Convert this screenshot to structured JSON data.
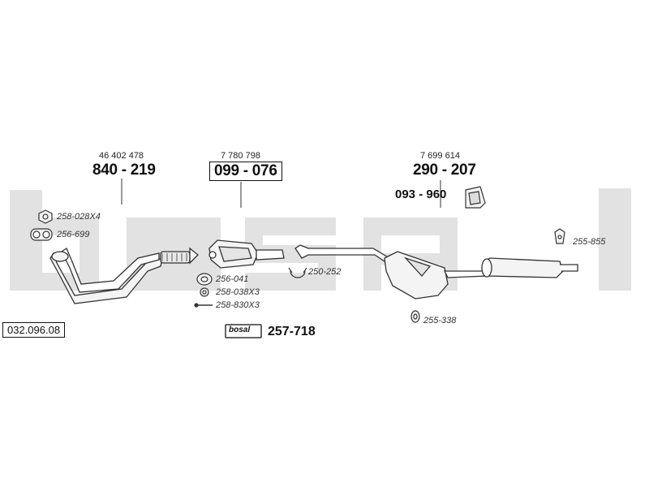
{
  "reference": "032.096.08",
  "watermark": "bosal",
  "sections": [
    {
      "oem": "46 402 478",
      "part": "840 - 219"
    },
    {
      "oem": "7 780 798",
      "part": "099 - 076"
    },
    {
      "oem": "7 699 614",
      "part": "290 - 207"
    }
  ],
  "mount_part": "093 - 960",
  "accessories": {
    "a1": "258-028X4",
    "a2": "256-699",
    "a3": "256-041",
    "a4": "258-038X3",
    "a5": "258-830X3",
    "a6": "250-252",
    "a7": "255-855",
    "a8": "255-338"
  },
  "kit": {
    "logo": "bosal",
    "part": "257-718"
  },
  "colors": {
    "watermark": "#e2e2e2",
    "line": "#333333",
    "pipe_fill": "#f4f4f4"
  }
}
